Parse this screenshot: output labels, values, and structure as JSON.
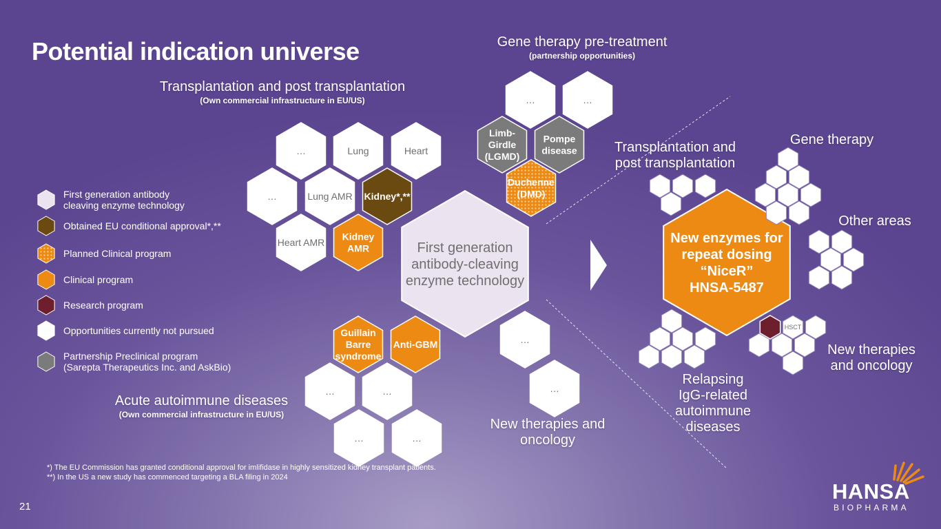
{
  "title": "Potential indication universe",
  "page_number": "21",
  "colors": {
    "white_hex": "#ffffff",
    "lavender": "#ece3f1",
    "olive": "#6b4a12",
    "orange": "#ec8a14",
    "maroon": "#6e1f2d",
    "gray": "#7b7b7b"
  },
  "headers": {
    "transplant": {
      "title": "Transplantation and post transplantation",
      "sub": "(Own commercial infrastructure in EU/US)"
    },
    "gene_pre": {
      "title": "Gene therapy pre-treatment",
      "sub": "(partnership opportunities)"
    },
    "autoimmune": {
      "title": "Acute autoimmune diseases",
      "sub": "(Own commercial infrastructure in EU/US)"
    },
    "new_ther": {
      "title": "New therapies and oncology"
    }
  },
  "right_labels": {
    "transplant": "Transplantation and post transplantation",
    "gene": "Gene therapy",
    "other": "Other areas",
    "new_ther": "New therapies and oncology",
    "relapsing": "Relapsing IgG-related autoimmune diseases"
  },
  "center_hex": "First generation antibody-cleaving enzyme technology",
  "nicer_hex": "New enzymes for repeat dosing “NiceR” HNSA-5487",
  "hsct_label": "HSCT",
  "hexes": [
    {
      "id": "t1",
      "text": "…",
      "type": "white"
    },
    {
      "id": "t2",
      "text": "Lung",
      "type": "white"
    },
    {
      "id": "t3",
      "text": "Heart",
      "type": "white"
    },
    {
      "id": "t4",
      "text": "…",
      "type": "white"
    },
    {
      "id": "t5",
      "text": "Lung AMR",
      "type": "white"
    },
    {
      "id": "t6",
      "text": "Kidney*,**",
      "type": "olive"
    },
    {
      "id": "t7",
      "text": "Heart AMR",
      "type": "white"
    },
    {
      "id": "t8",
      "text": "Kidney AMR",
      "type": "orange"
    },
    {
      "id": "g1",
      "text": "…",
      "type": "white"
    },
    {
      "id": "g2",
      "text": "…",
      "type": "white"
    },
    {
      "id": "g3",
      "text": "Limb-Girdle (LGMD)",
      "type": "gray"
    },
    {
      "id": "g4",
      "text": "Pompe disease",
      "type": "gray"
    },
    {
      "id": "g5",
      "text": "Duchenne (DMD)",
      "type": "dotted"
    },
    {
      "id": "a1",
      "text": "Guillain Barre syndrome",
      "type": "orange"
    },
    {
      "id": "a2",
      "text": "Anti-GBM",
      "type": "orange"
    },
    {
      "id": "a3",
      "text": "…",
      "type": "white"
    },
    {
      "id": "a4",
      "text": "…",
      "type": "white"
    },
    {
      "id": "a5",
      "text": "…",
      "type": "white"
    },
    {
      "id": "a6",
      "text": "…",
      "type": "white"
    },
    {
      "id": "n1",
      "text": "…",
      "type": "white"
    },
    {
      "id": "n2",
      "text": "…",
      "type": "white"
    }
  ],
  "legend": [
    {
      "type": "lavender",
      "text": "First generation antibody cleaving enzyme technology"
    },
    {
      "type": "olive",
      "text": "Obtained EU conditional approval*,**"
    },
    {
      "type": "dotted",
      "text": "Planned Clinical program"
    },
    {
      "type": "orange",
      "text": "Clinical program"
    },
    {
      "type": "maroon",
      "text": "Research program"
    },
    {
      "type": "white",
      "text": "Opportunities currently not pursued"
    },
    {
      "type": "gray",
      "text": "Partnership Preclinical program (Sarepta Therapeutics Inc. and AskBio)"
    }
  ],
  "footnotes": [
    "*) The EU Commission has granted conditional approval for imlifidase in highly sensitized kidney transplant patients.",
    "**) In the US a new study has commenced targeting a BLA filing in 2024"
  ],
  "logo": {
    "name": "HANSA",
    "sub": "BIOPHARMA"
  }
}
